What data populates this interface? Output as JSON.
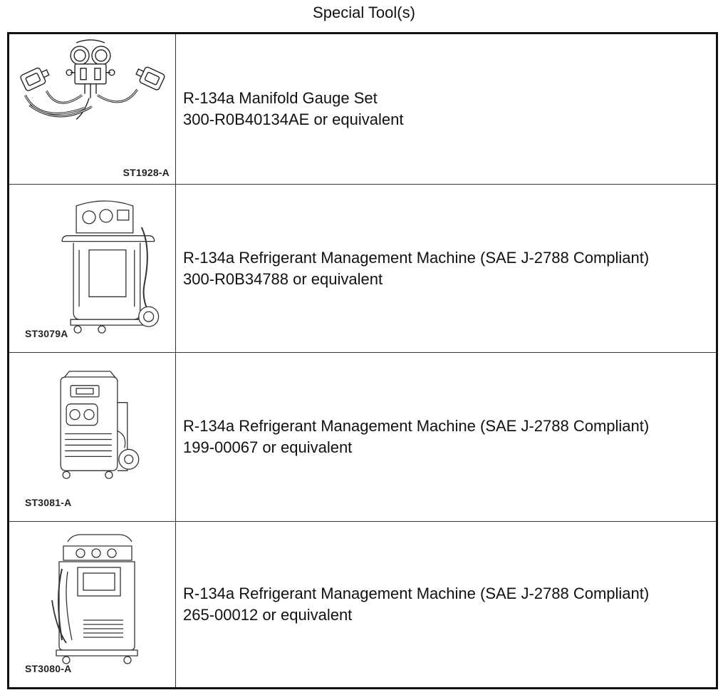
{
  "title": "Special Tool(s)",
  "tools": [
    {
      "image_code": "ST1928-A",
      "icon": "manifold-gauge-set-icon",
      "name": "R-134a Manifold Gauge Set",
      "part": "300-R0B40134AE or equivalent"
    },
    {
      "image_code": "ST3079A",
      "icon": "refrigerant-machine-icon",
      "name": "R-134a Refrigerant Management Machine (SAE J-2788 Compliant)",
      "part": "300-R0B34788 or equivalent"
    },
    {
      "image_code": "ST3081-A",
      "icon": "refrigerant-machine-icon",
      "name": "R-134a Refrigerant Management Machine (SAE J-2788 Compliant)",
      "part": "199-00067 or equivalent"
    },
    {
      "image_code": "ST3080-A",
      "icon": "refrigerant-machine-icon",
      "name": "R-134a Refrigerant Management Machine (SAE J-2788 Compliant)",
      "part": "265-00012 or equivalent"
    }
  ]
}
